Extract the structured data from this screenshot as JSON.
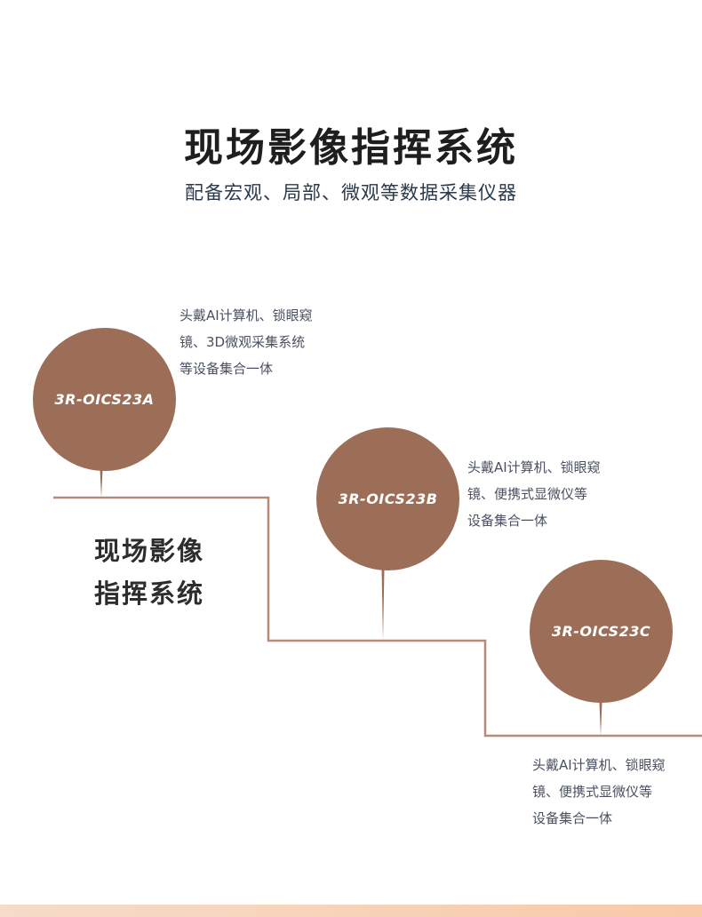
{
  "header": {
    "title": "现场影像指挥系统",
    "subtitle": "配备宏观、局部、微观等数据采集仪器"
  },
  "side_title": {
    "line1": "现场影像",
    "line2": "指挥系统"
  },
  "products": [
    {
      "model": "3R-OICS23A",
      "desc": [
        "头戴AI计算机、锁眼窥",
        "镜、3D微观采集系统",
        "等设备集合一体"
      ]
    },
    {
      "model": "3R-OICS23B",
      "desc": [
        "头戴AI计算机、锁眼窥",
        "镜、便携式显微仪等",
        "设备集合一体"
      ]
    },
    {
      "model": "3R-OICS23C",
      "desc": [
        "头戴AI计算机、锁眼窥",
        "镜、便携式显微仪等",
        "设备集合一体"
      ]
    }
  ],
  "colors": {
    "circle": "#9c6e58",
    "line": "#b88a78",
    "title": "#1e1e1e"
  }
}
